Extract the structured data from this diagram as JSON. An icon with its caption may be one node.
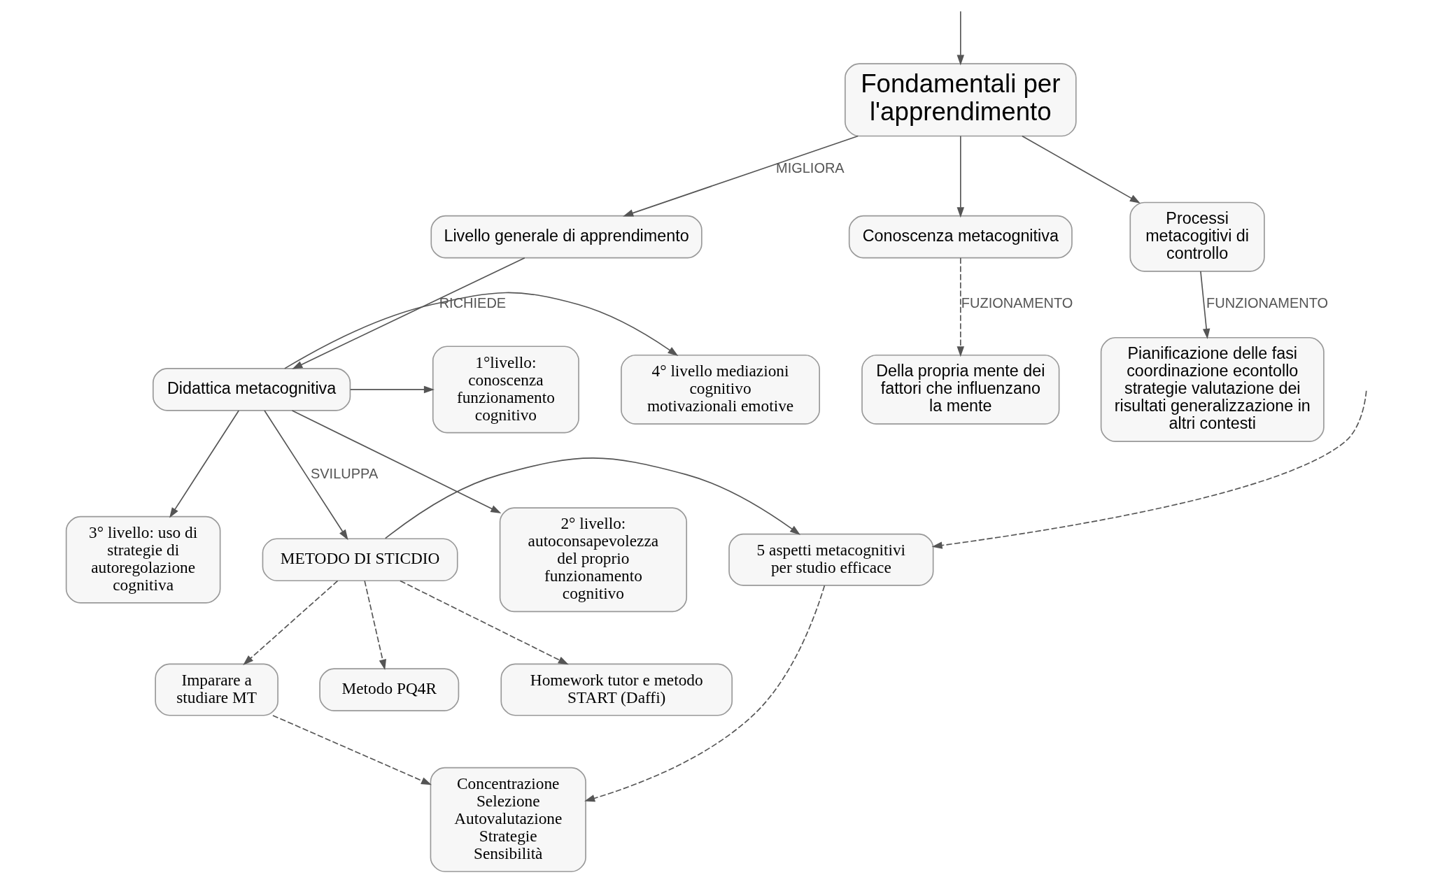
{
  "diagram": {
    "nodes": [
      {
        "text": [
          "Fondamentali per l'apprendimento"
        ]
      },
      {
        "text": [
          "Conoscenza metacognitiva"
        ]
      },
      {
        "text": [
          "Processi metacogitivi di controllo"
        ]
      },
      {
        "text": [
          "Della propria mente dei fattori che influenzano la mente"
        ]
      },
      {
        "text": [
          "Pianificazione delle fasi coordinazione econtollo strategie valutazione dei risultati generalizzazione in altri contesti"
        ]
      },
      {
        "text": [
          "Livello generale di apprendimento"
        ]
      },
      {
        "text": [
          "1°livello: conoscenza funzionamento cognitivo"
        ]
      },
      {
        "text": [
          "Didattica metacognitiva"
        ]
      },
      {
        "text": [
          "4° livello mediazioni cognitivo motivazionali emotive"
        ]
      },
      {
        "text": [
          "2° livello: autoconsapevolezza del proprio funzionamento cognitivo"
        ]
      },
      {
        "text": [
          "3° livello: uso di strategie di autoregolazione cognitiva"
        ]
      },
      {
        "text": [
          "5 aspetti metacognitivi per studio efficace"
        ]
      },
      {
        "text": [
          "METODO DI STICDIO"
        ]
      },
      {
        "text": [
          "Concentrazione Selezione Autovalutazione Strategie Sensibilità"
        ]
      },
      {
        "text": [
          "Imparare a studiare MT"
        ]
      },
      {
        "text": [
          "Metodo PQ4R"
        ]
      },
      {
        "text": [
          "Homework tutor e metodo START (Daffi)"
        ]
      }
    ],
    "edges": [
      {
        "from": null,
        "to": 0,
        "arrow": "to"
      },
      {
        "from": 0,
        "to": 1,
        "arrow": "to"
      },
      {
        "from": 0,
        "to": 2,
        "arrow": "to"
      },
      {
        "from": 1,
        "to": 3,
        "arrow": "to",
        "label": "FUZIONAMENTO",
        "style": "dashed"
      },
      {
        "from": 2,
        "to": 4,
        "arrow": "to",
        "label": "FUNZIONAMENTO"
      },
      {
        "from": 0,
        "to": 5,
        "arrow": "to",
        "label": "MIGLIORA"
      },
      {
        "from": 5,
        "to": 7,
        "arrow": "to",
        "label": "RICHIEDE"
      },
      {
        "from": 7,
        "to": 6,
        "arrow": "to"
      },
      {
        "from": 7,
        "to": 9,
        "arrow": "to"
      },
      {
        "from": 7,
        "to": 10,
        "arrow": "to"
      },
      {
        "from": 7,
        "to": 8,
        "arrow": "to"
      },
      {
        "from": 7,
        "to": 12,
        "arrow": "to",
        "label": "SVILUPPA"
      },
      {
        "from": null,
        "to": 11,
        "arrow": "to",
        "style": "dashed"
      },
      {
        "from": 12,
        "to": 11,
        "arrow": "to"
      },
      {
        "from": 11,
        "to": 13,
        "arrow": "to",
        "style": "dashed"
      },
      {
        "from": 12,
        "to": 14,
        "arrow": "to",
        "style": "dashed"
      },
      {
        "from": 12,
        "to": 15,
        "arrow": "to",
        "style": "dashed"
      },
      {
        "from": 12,
        "to": 16,
        "arrow": "to",
        "style": "dashed"
      },
      {
        "from": 14,
        "to": 13,
        "arrow": "to",
        "style": "dashed"
      }
    ]
  }
}
